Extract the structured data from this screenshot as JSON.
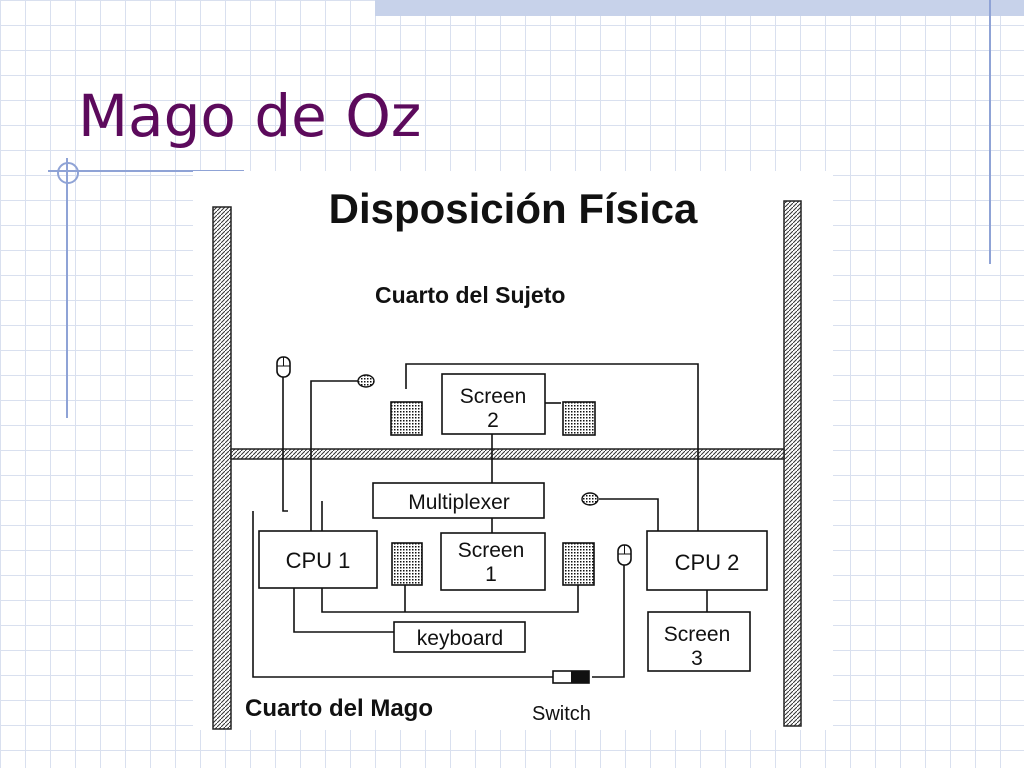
{
  "slide": {
    "title": "Mago de Oz"
  },
  "diagram": {
    "heading": "Disposición Física",
    "rooms": {
      "subject": "Cuarto del Sujeto",
      "wizard": "Cuarto del Mago"
    },
    "nodes": {
      "screen2": [
        "Screen",
        "2"
      ],
      "screen1": [
        "Screen",
        "1"
      ],
      "screen3": [
        "Screen",
        "3"
      ],
      "cpu1": "CPU 1",
      "cpu2": "CPU 2",
      "multiplexer": "Multiplexer",
      "keyboard": "keyboard",
      "switch": "Switch"
    }
  }
}
